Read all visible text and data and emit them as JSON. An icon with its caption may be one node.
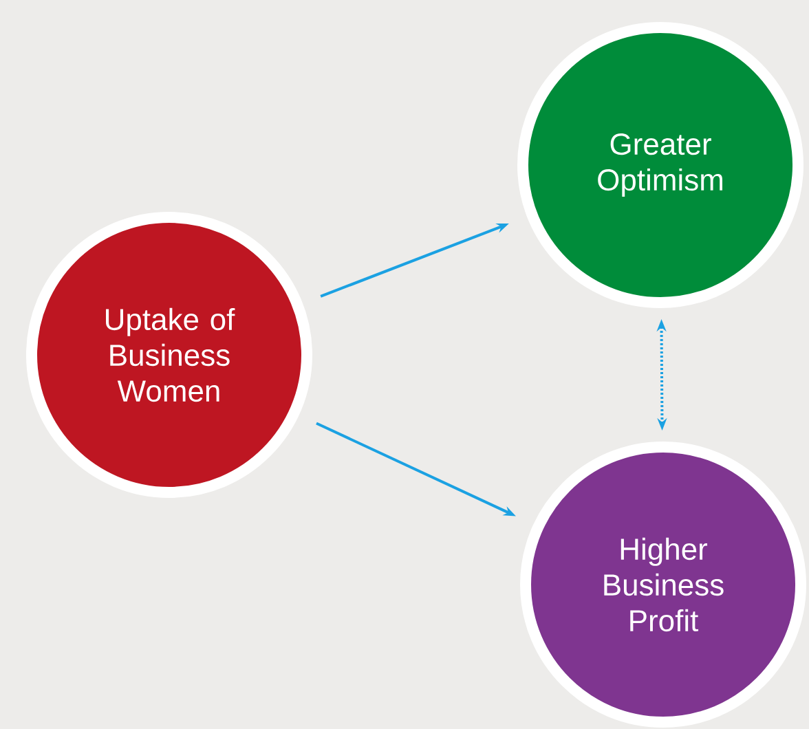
{
  "diagram": {
    "nodes": [
      {
        "text": [
          "Uptake of Business Women"
        ]
      },
      {
        "text": [
          "Greater Optimism"
        ]
      },
      {
        "text": [
          "Higher Business Profit"
        ]
      }
    ],
    "edges": [
      {
        "from": 0,
        "to": 1,
        "arrow": "to"
      },
      {
        "from": 0,
        "to": 2,
        "arrow": "to"
      },
      {
        "from": 1,
        "to": 2,
        "arrow": "both",
        "style": "dashed"
      }
    ]
  }
}
